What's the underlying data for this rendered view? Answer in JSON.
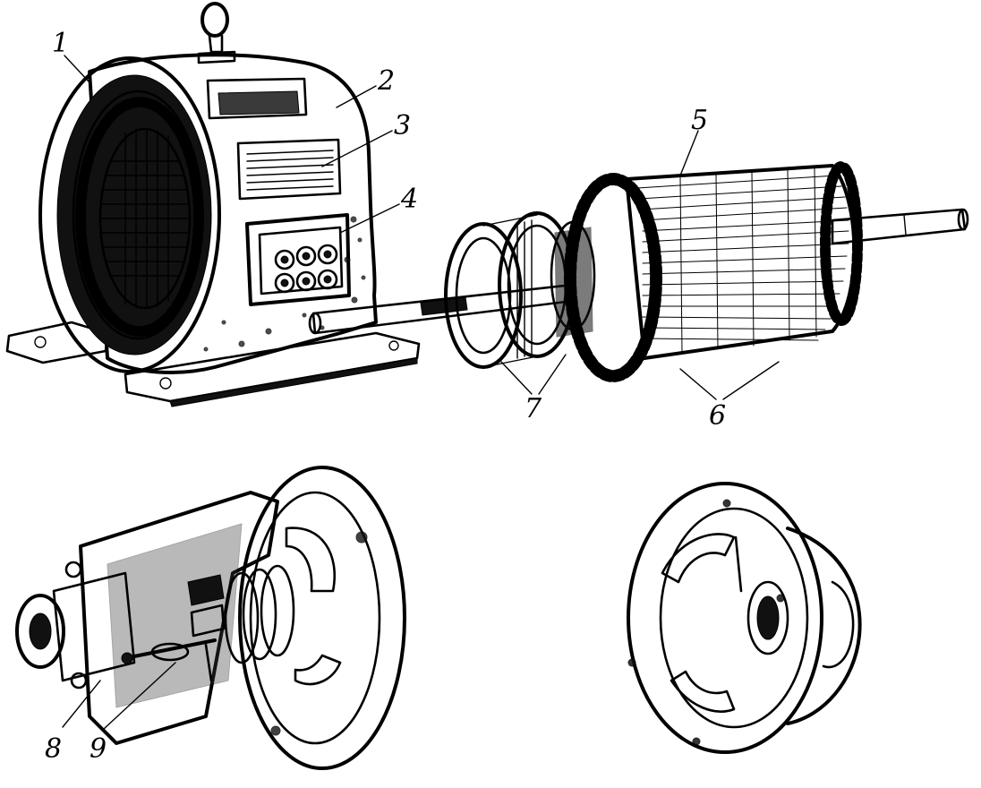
{
  "figure": {
    "background": "#ffffff",
    "ink": "#000000",
    "callouts": [
      {
        "id": "stator-winding",
        "label": "1"
      },
      {
        "id": "stator-frame",
        "label": "2"
      },
      {
        "id": "ventilation-window",
        "label": "3"
      },
      {
        "id": "terminal-box",
        "label": "4"
      },
      {
        "id": "rotor-core",
        "label": "5"
      },
      {
        "id": "rotor-winding",
        "label": "6"
      },
      {
        "id": "slip-rings",
        "label": "7"
      },
      {
        "id": "brush-holder",
        "label": "8"
      },
      {
        "id": "brush-lifting-mechanism",
        "label": "9"
      }
    ]
  }
}
